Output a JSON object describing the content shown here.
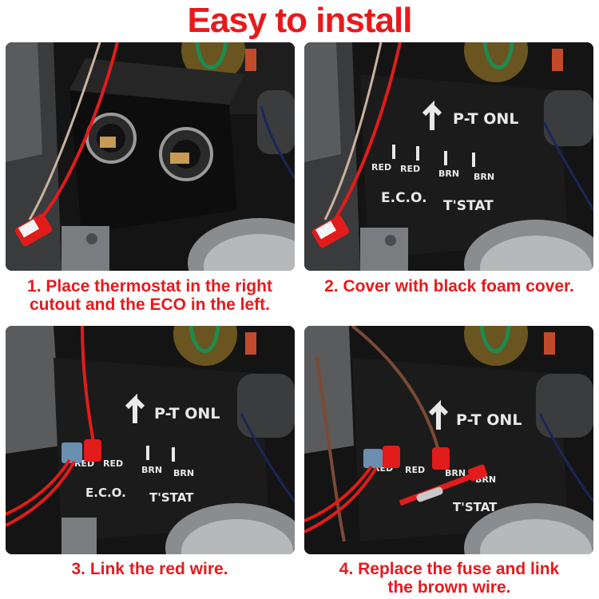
{
  "title": "Easy to install",
  "panels": [
    {
      "caption_line1": "1. Place thermostat in the right",
      "caption_line2": "cutout and the ECO in the left."
    },
    {
      "caption_line1": "2. Cover with black foam cover.",
      "caption_line2": "",
      "cover": {
        "pt": "P-T ONL",
        "red1": "RED",
        "red2": "RED",
        "brn1": "BRN",
        "brn2": "BRN",
        "eco": "E.C.O.",
        "tstat": "T'STAT"
      }
    },
    {
      "caption_line1": "3. Link the red wire.",
      "caption_line2": "",
      "cover": {
        "pt": "P-T ONL",
        "red1": "RED",
        "red2": "RED",
        "brn1": "BRN",
        "brn2": "BRN",
        "eco": "E.C.O.",
        "tstat": "T'STAT"
      }
    },
    {
      "caption_line1": "4. Replace the fuse and link",
      "caption_line2": "the brown wire.",
      "cover": {
        "pt": "P-T ONL",
        "red1": "RED",
        "red2": "RED",
        "brn1": "BRN",
        "brn2": "BRN",
        "eco": "",
        "tstat": "T'STAT"
      }
    }
  ],
  "colors": {
    "accent": "#e8191d",
    "panel_dark": "#121212",
    "foam": "#1b1b1b",
    "wire_red": "#e21b1b",
    "wire_brown": "#7a4a35",
    "wire_green": "#1f8a4f",
    "wire_navy": "#1a2658",
    "metal": "#8a8d90"
  }
}
